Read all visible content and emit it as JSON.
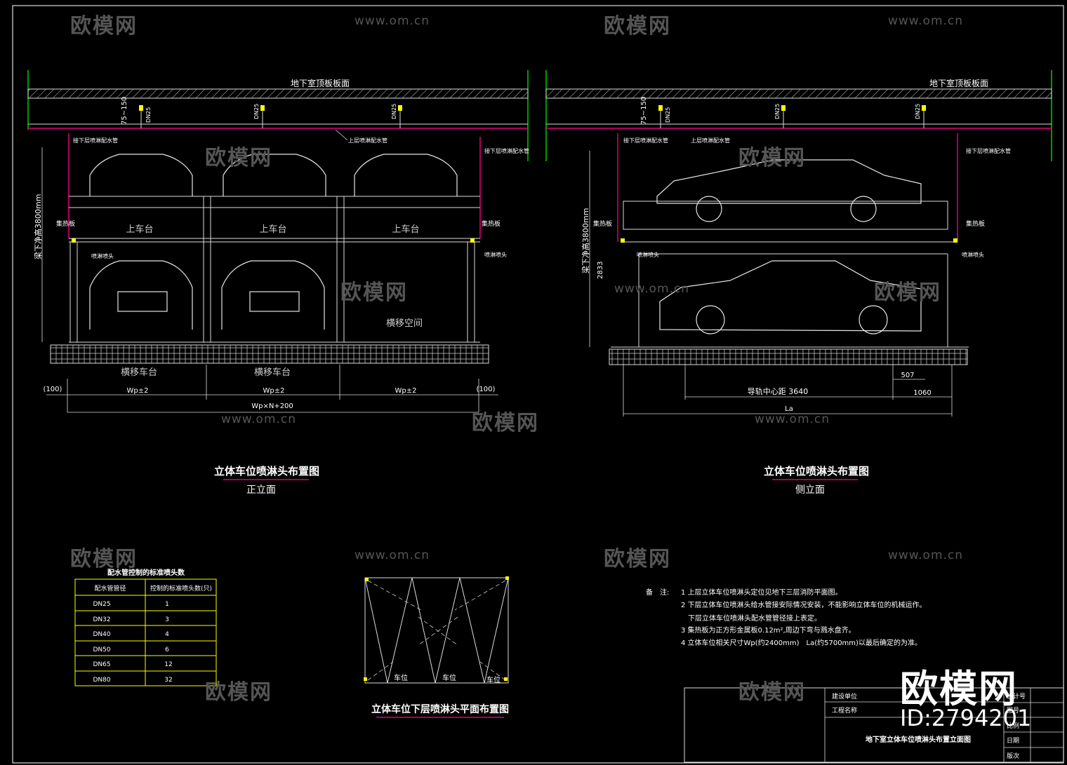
{
  "front": {
    "slab_label": "地下室顶板板面",
    "dim_75_150": "75~150",
    "dn25": "DN25",
    "upper_pipe_left": "接下层喷淋配水管",
    "upper_pipe_mid": "上层喷淋配水管",
    "upper_pipe_right": "接下层喷淋配水管",
    "clear_height": "梁下净高3800mm",
    "heat_plate": "集热板",
    "sprinkler": "喷淋喷头",
    "platform_labels": [
      "上车台",
      "上车台",
      "上车台"
    ],
    "traverse_space": "横移空间",
    "traverse_platform": [
      "横移车台",
      "横移车台"
    ],
    "dims": [
      "(100)",
      "Wp±2",
      "Wp±2",
      "Wp±2",
      "(100)"
    ],
    "total_dim": "Wp×N+200",
    "title": "立体车位喷淋头布置图",
    "subtitle": "正立面"
  },
  "side": {
    "slab_label": "地下室顶板板面",
    "dim_75_150": "75~150",
    "dn25": "DN25",
    "pipe_left": "接下层喷淋配水管",
    "pipe_mid": "上层喷淋配水管",
    "pipe_right": "接下层喷淋配水管",
    "clear_height": "梁下净高3800mm",
    "lower_height": "2833",
    "heat_plate": "集热板",
    "sprinkler": "喷淋喷头",
    "dim_507": "507",
    "rail_dist": "导轨中心距 3640",
    "dim_1060": "1060",
    "la": "La",
    "title": "立体车位喷淋头布置图",
    "subtitle": "侧立面"
  },
  "pipe_table": {
    "title": "配水管控制的标准喷头数",
    "headers": [
      "配水管管径",
      "控制的标准喷头数(只)"
    ],
    "rows": [
      [
        "DN25",
        "1"
      ],
      [
        "DN32",
        "3"
      ],
      [
        "DN40",
        "4"
      ],
      [
        "DN50",
        "6"
      ],
      [
        "DN65",
        "12"
      ],
      [
        "DN80",
        "32"
      ]
    ]
  },
  "plan": {
    "labels": [
      "车位",
      "车位",
      "车位"
    ],
    "title": "立体车位下层喷淋头平面布置图"
  },
  "notes": {
    "label": "备　注:",
    "lines": [
      "1 上层立体车位喷淋头定位见地下三层消防平面图。",
      "2 下层立体车位喷淋头给水管接安际情况安装，不能影响立体车位的机械运作。",
      "　下层立体车位喷淋头配水管管径接上表定。",
      "3 集热板为正方形金属板0.12m²,周边下弯与溅水盘齐。",
      "4 立体车位相关尺寸Wp(约2400mm)　La(约5700mm)以最后确定的为准。"
    ]
  },
  "title_block": {
    "row1": "建设单位",
    "row2": "工程名称",
    "drawing_name": "地下室立体车位喷淋头布置立面图",
    "right_labels": [
      "设计号",
      "图号",
      "比例",
      "日期",
      "版次"
    ]
  },
  "watermark": {
    "logo": "欧模网",
    "url": "www.om.cn",
    "big_logo": "欧模网",
    "id": "ID:2794201"
  }
}
